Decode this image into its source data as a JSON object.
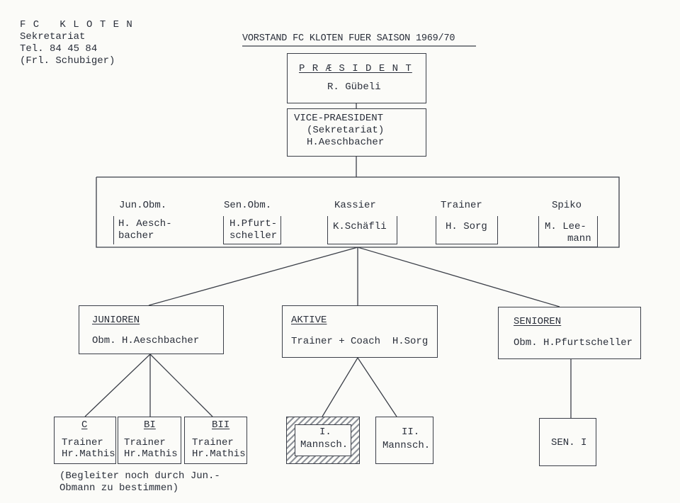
{
  "header": {
    "club": "F C   K L O T E N",
    "office": "Sekretariat",
    "phone": "Tel. 84 45 84",
    "contact": "(Frl. Schubiger)"
  },
  "title": "VORSTAND FC KLOTEN FUER SAISON 1969/70",
  "president": {
    "label": "P R Æ S I D E N T",
    "name": "R. Gübeli"
  },
  "vice": {
    "line1": "VICE-PRAESIDENT",
    "line2": "(Sekretariat)",
    "line3": "H.Aeschbacher"
  },
  "board": [
    {
      "role": "Jun.Obm.",
      "name1": "H. Aesch-",
      "name2": "bacher"
    },
    {
      "role": "Sen.Obm.",
      "name1": "H.Pfurt-",
      "name2": "scheller"
    },
    {
      "role": "Kassier",
      "name1": "K.Schäfli",
      "name2": ""
    },
    {
      "role": "Trainer",
      "name1": "H. Sorg",
      "name2": ""
    },
    {
      "role": "Spiko",
      "name1": "M. Lee-",
      "name2": "mann"
    }
  ],
  "divisions": [
    {
      "title": "JUNIOREN",
      "line": "Obm. H.Aeschbacher"
    },
    {
      "title": "AKTIVE",
      "line": "Trainer + Coach  H.Sorg"
    },
    {
      "title": "SENIOREN",
      "line": "Obm. H.Pfurtscheller"
    }
  ],
  "teams": [
    {
      "label": "C",
      "line1": "Trainer",
      "line2": "Hr.Mathis"
    },
    {
      "label": "BI",
      "line1": "Trainer",
      "line2": "Hr.Mathis"
    },
    {
      "label": "BII",
      "line1": "Trainer",
      "line2": "Hr.Mathis"
    },
    {
      "label": "I.",
      "line1": "Mannsch.",
      "line2": ""
    },
    {
      "label": "II.",
      "line1": "Mannsch.",
      "line2": ""
    },
    {
      "label": "SEN. I",
      "line1": "",
      "line2": ""
    }
  ],
  "note": {
    "line1": "(Begleiter noch durch Jun.-",
    "line2": "Obmann zu bestimmen)"
  }
}
